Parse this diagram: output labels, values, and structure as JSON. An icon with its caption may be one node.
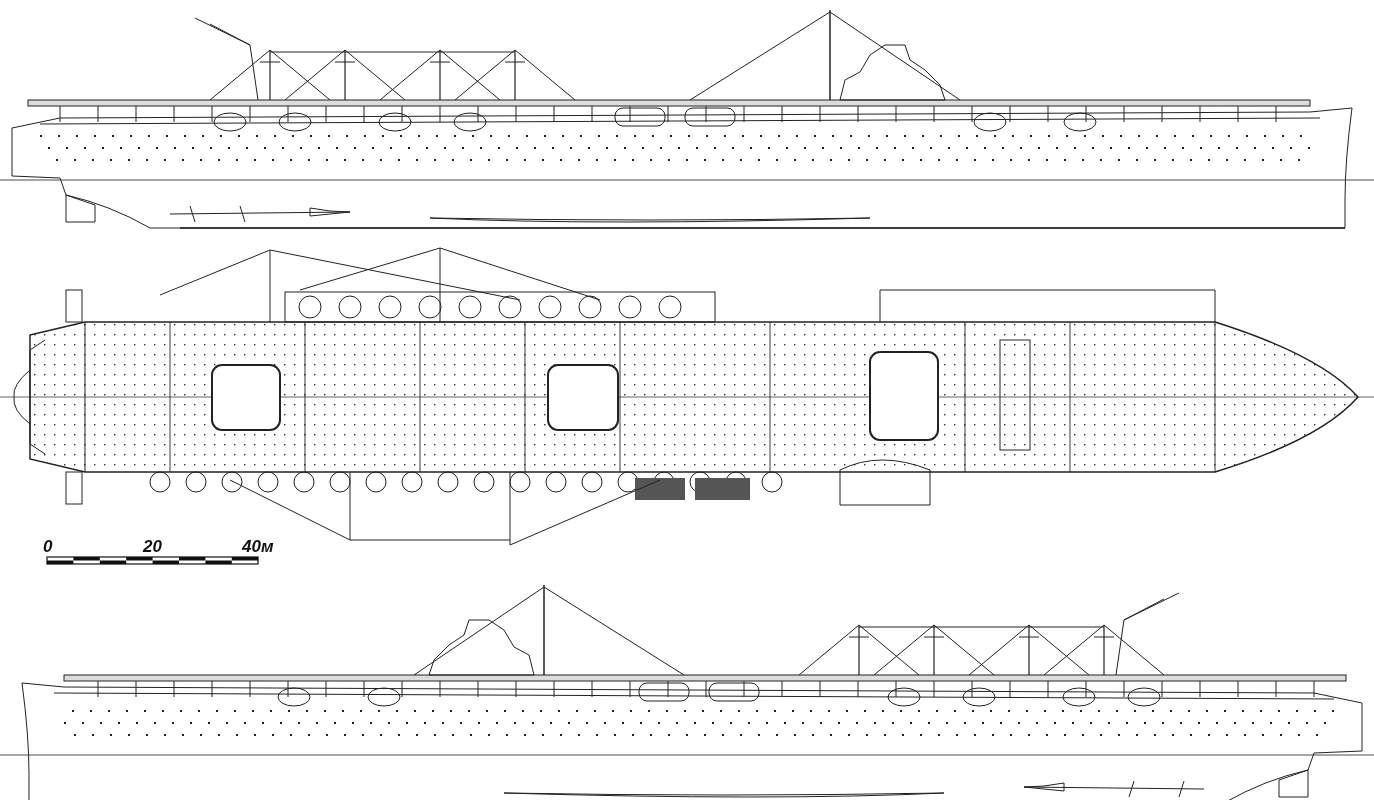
{
  "diagram": {
    "labels": [
      "0",
      "20",
      "40м"
    ]
  }
}
